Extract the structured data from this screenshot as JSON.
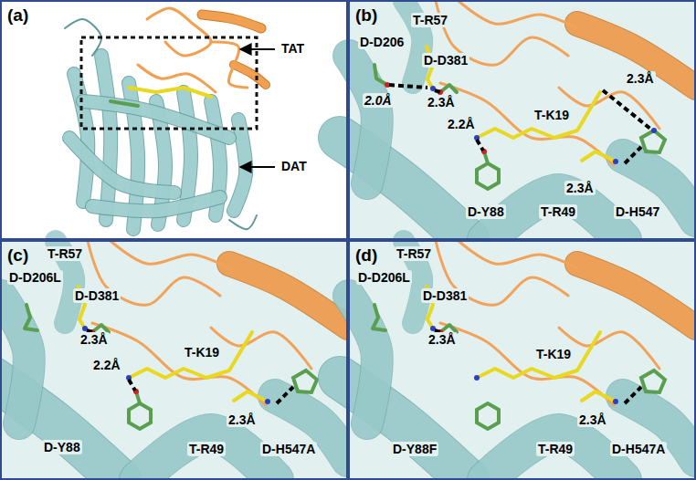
{
  "diagram": {
    "nodes": [
      {
        "text": [
          "(a)"
        ]
      },
      {
        "text": [
          "(b)"
        ]
      },
      {
        "text": [
          "(c)"
        ]
      },
      {
        "text": [
          "(d)"
        ]
      }
    ],
    "labels": [
      "TAT",
      "DAT",
      "T-R57",
      "D-D206",
      "D-D381",
      "2.0Å",
      "2.3Å",
      "2.2Å",
      "T-K19",
      "2.3Å",
      "D-Y88",
      "T-R49",
      "2.3Å",
      "D-H547",
      "T-R57",
      "D-D206L",
      "D-D381",
      "2.3Å",
      "T-K19",
      "2.2Å",
      "D-Y88",
      "T-R49",
      "2.3Å",
      "D-H547A",
      "T-R57",
      "D-D206L",
      "D-D381",
      "2.3Å",
      "T-K19",
      "D-Y88F",
      "T-R49",
      "2.3Å",
      "D-H547A"
    ]
  }
}
